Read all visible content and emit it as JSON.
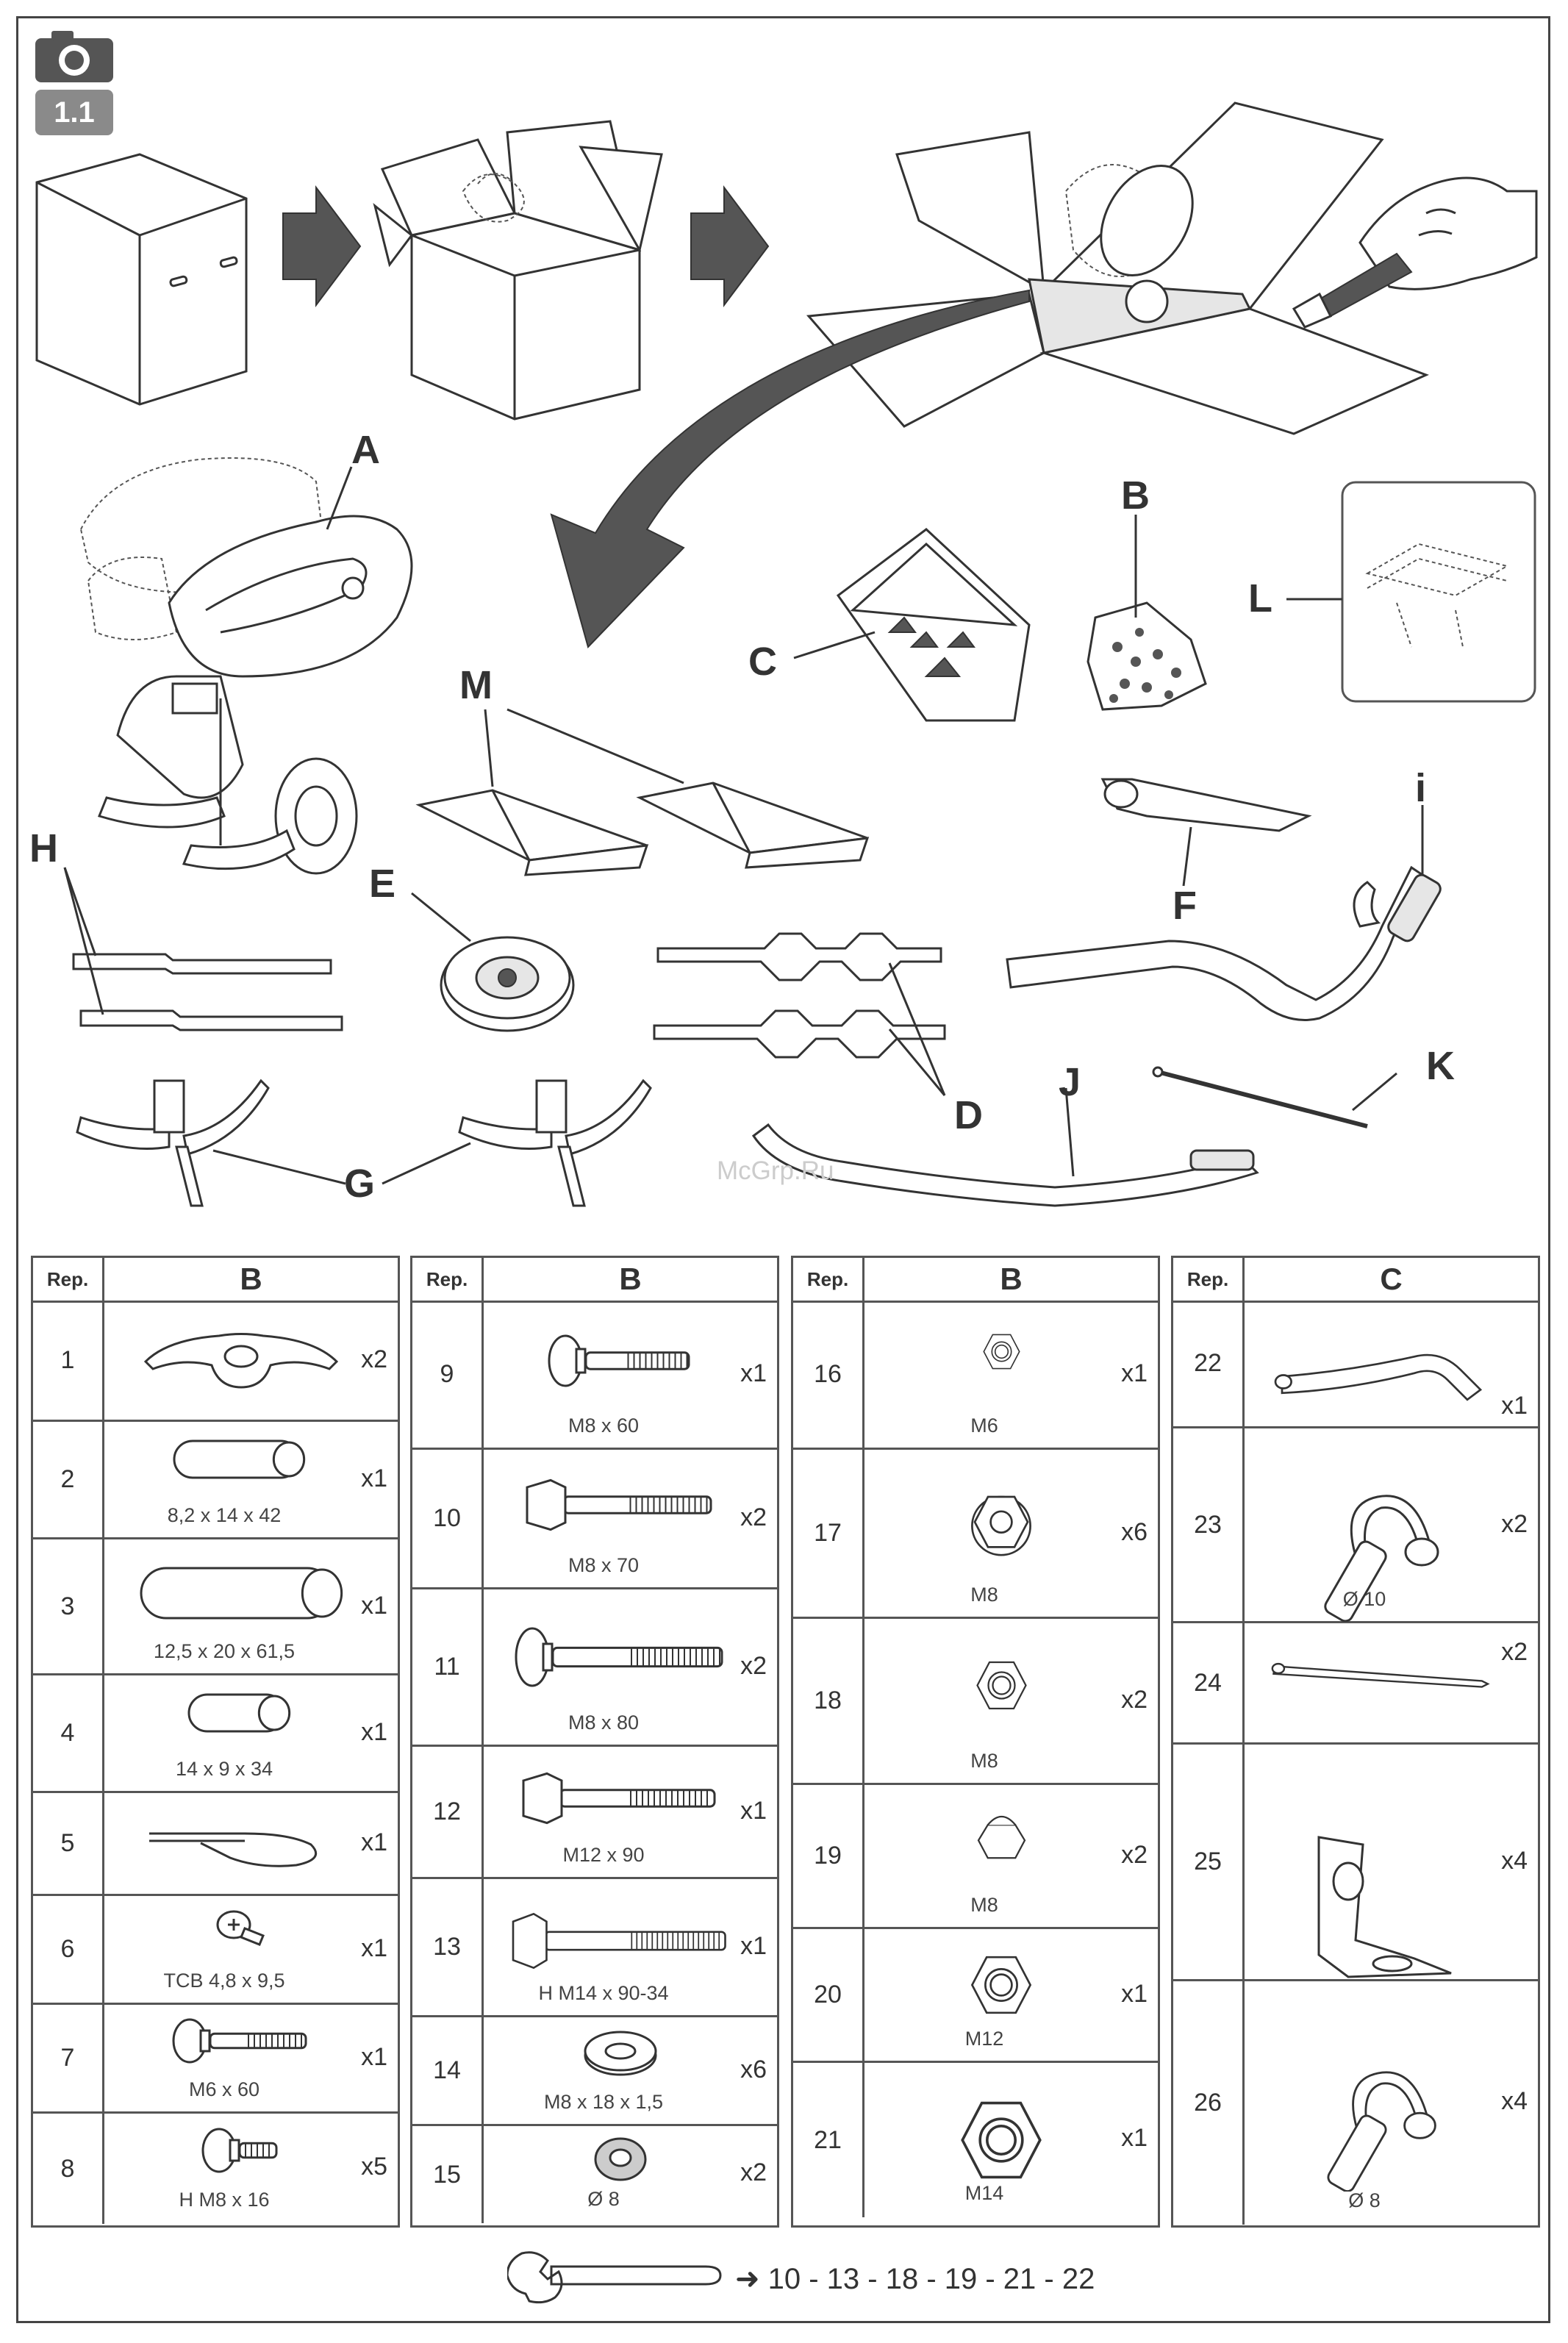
{
  "header": {
    "step": "1.1",
    "icon": "camera-icon"
  },
  "callouts": [
    "A",
    "B",
    "C",
    "D",
    "E",
    "F",
    "G",
    "H",
    "i",
    "J",
    "K",
    "L",
    "M"
  ],
  "watermark": "McGrp.Ru",
  "tables": [
    {
      "group": "B",
      "rep_header": "Rep.",
      "rows": [
        {
          "rep": "1",
          "qty": "x2",
          "size": "",
          "icon": "wing-nut-icon"
        },
        {
          "rep": "2",
          "qty": "x1",
          "size": "8,2 x 14 x 42",
          "icon": "spacer-tube-icon"
        },
        {
          "rep": "3",
          "qty": "x1",
          "size": "12,5 x 20 x 61,5",
          "icon": "spacer-tube-icon"
        },
        {
          "rep": "4",
          "qty": "x1",
          "size": "14 x 9 x 34",
          "icon": "spacer-tube-icon"
        },
        {
          "rep": "5",
          "qty": "x1",
          "size": "",
          "icon": "r-clip-icon"
        },
        {
          "rep": "6",
          "qty": "x1",
          "size": "TCB 4,8 x 9,5",
          "icon": "screw-icon"
        },
        {
          "rep": "7",
          "qty": "x1",
          "size": "M6 x 60",
          "icon": "bolt-icon"
        },
        {
          "rep": "8",
          "qty": "x5",
          "size": "H M8 x 16",
          "icon": "bolt-icon"
        }
      ]
    },
    {
      "group": "B",
      "rep_header": "Rep.",
      "rows": [
        {
          "rep": "9",
          "qty": "x1",
          "size": "M8 x 60",
          "icon": "bolt-icon"
        },
        {
          "rep": "10",
          "qty": "x2",
          "size": "M8 x 70",
          "icon": "bolt-icon"
        },
        {
          "rep": "11",
          "qty": "x2",
          "size": "M8 x 80",
          "icon": "bolt-icon"
        },
        {
          "rep": "12",
          "qty": "x1",
          "size": "M12 x 90",
          "icon": "bolt-icon"
        },
        {
          "rep": "13",
          "qty": "x1",
          "size": "H M14 x 90-34",
          "icon": "bolt-icon"
        },
        {
          "rep": "14",
          "qty": "x6",
          "size": "M8 x 18 x 1,5",
          "icon": "washer-icon"
        },
        {
          "rep": "15",
          "qty": "x2",
          "size": "Ø 8",
          "icon": "lock-washer-icon"
        }
      ]
    },
    {
      "group": "B",
      "rep_header": "Rep.",
      "rows": [
        {
          "rep": "16",
          "qty": "x1",
          "size": "M6",
          "icon": "nut-icon"
        },
        {
          "rep": "17",
          "qty": "x6",
          "size": "M8",
          "icon": "flange-nut-icon"
        },
        {
          "rep": "18",
          "qty": "x2",
          "size": "M8",
          "icon": "nut-icon"
        },
        {
          "rep": "19",
          "qty": "x2",
          "size": "M8",
          "icon": "cap-nut-icon"
        },
        {
          "rep": "20",
          "qty": "x1",
          "size": "M12",
          "icon": "nut-icon"
        },
        {
          "rep": "21",
          "qty": "x1",
          "size": "M14",
          "icon": "nut-icon"
        }
      ]
    },
    {
      "group": "C",
      "rep_header": "Rep.",
      "rows": [
        {
          "rep": "22",
          "qty": "x1",
          "size": "",
          "icon": "bent-tube-icon"
        },
        {
          "rep": "23",
          "qty": "x2",
          "size": "Ø 10",
          "icon": "linch-pin-icon"
        },
        {
          "rep": "24",
          "qty": "x2",
          "size": "",
          "icon": "cable-tie-icon"
        },
        {
          "rep": "25",
          "qty": "x4",
          "size": "",
          "icon": "angle-bracket-icon"
        },
        {
          "rep": "26",
          "qty": "x4",
          "size": "Ø 8",
          "icon": "linch-pin-icon"
        }
      ]
    }
  ],
  "footer": {
    "tool_icon": "wrench-icon",
    "sequence": "➜ 10 - 13 - 18 - 19 - 21 - 22"
  }
}
